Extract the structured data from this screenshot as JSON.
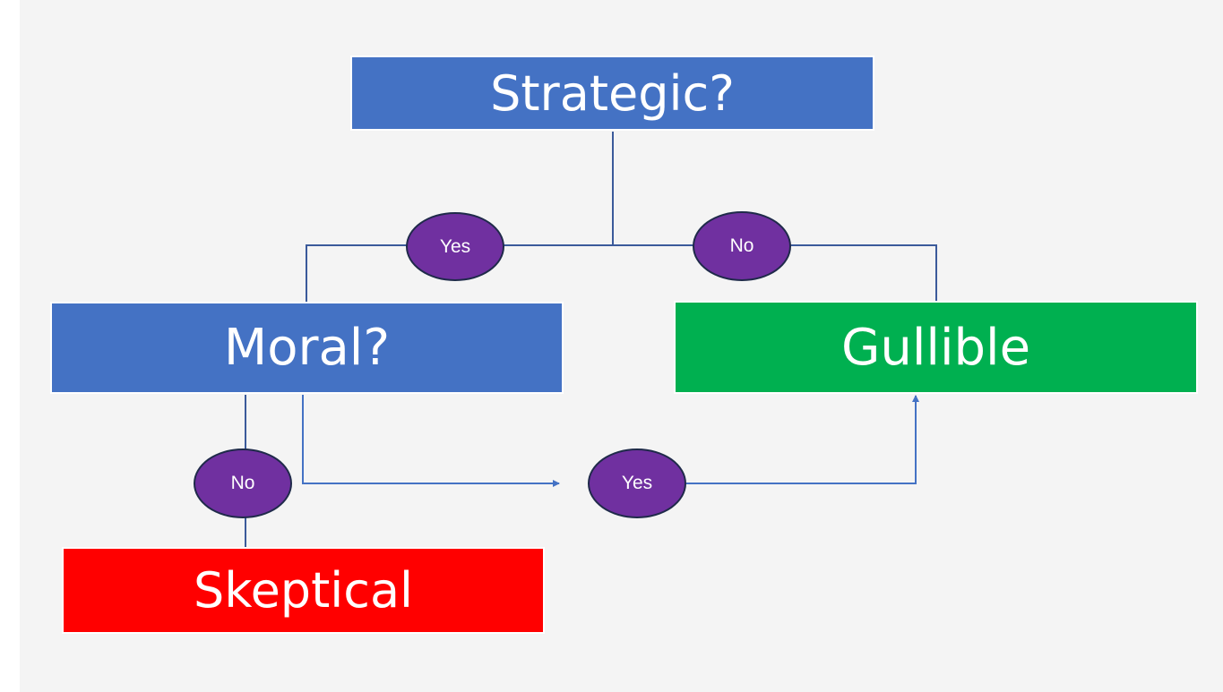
{
  "nodes": {
    "strategic": "Strategic?",
    "moral": "Moral?",
    "gullible": "Gullible",
    "skeptical": "Skeptical"
  },
  "edges": {
    "strategic_yes": "Yes",
    "strategic_no": "No",
    "moral_no": "No",
    "moral_yes": "Yes"
  },
  "colors": {
    "question_box": "#4472c4",
    "gullible_box": "#00b050",
    "skeptical_box": "#ff0000",
    "edge_label": "#7030a0",
    "connector": "#3b5a9a"
  }
}
